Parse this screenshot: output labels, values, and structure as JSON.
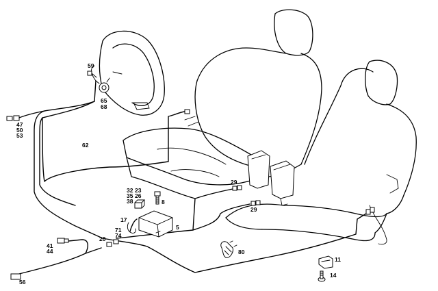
{
  "diagram": {
    "callouts": {
      "c59": "59",
      "c65": "65",
      "c68": "68",
      "c47": "47",
      "c50": "50",
      "c53": "53",
      "c62": "62",
      "c32": "32",
      "c23": "23",
      "c35": "35",
      "c26": "26",
      "c38": "38",
      "c8": "8",
      "c17": "17",
      "c5": "5",
      "c71": "71",
      "c74": "74",
      "c20": "20",
      "c41": "41",
      "c44": "44",
      "c56": "56",
      "c80": "80",
      "c29a": "29",
      "c29b": "29",
      "c11": "11",
      "c14": "14"
    }
  }
}
